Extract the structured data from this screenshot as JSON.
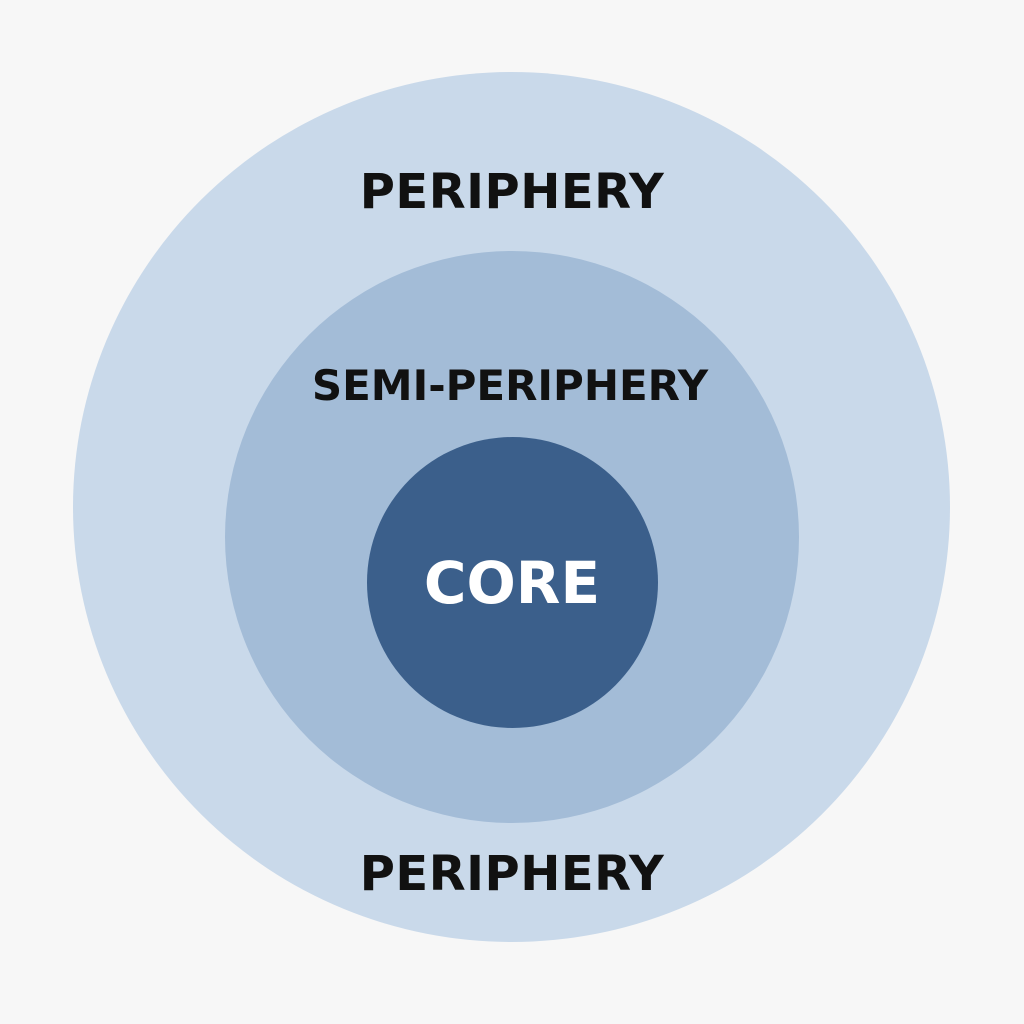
{
  "diagram": {
    "type": "concentric-circles",
    "colors": {
      "background": "#f7f7f7",
      "outer_ring": "#c9d9ea",
      "middle_ring": "#a3bcd7",
      "core": "#3b5f8b",
      "dark_text": "#111111",
      "core_text": "#ffffff"
    },
    "labels": {
      "periphery_top": "PERIPHERY",
      "semi_periphery": "SEMI-PERIPHERY",
      "core": "CORE",
      "periphery_bottom": "PERIPHERY"
    }
  }
}
